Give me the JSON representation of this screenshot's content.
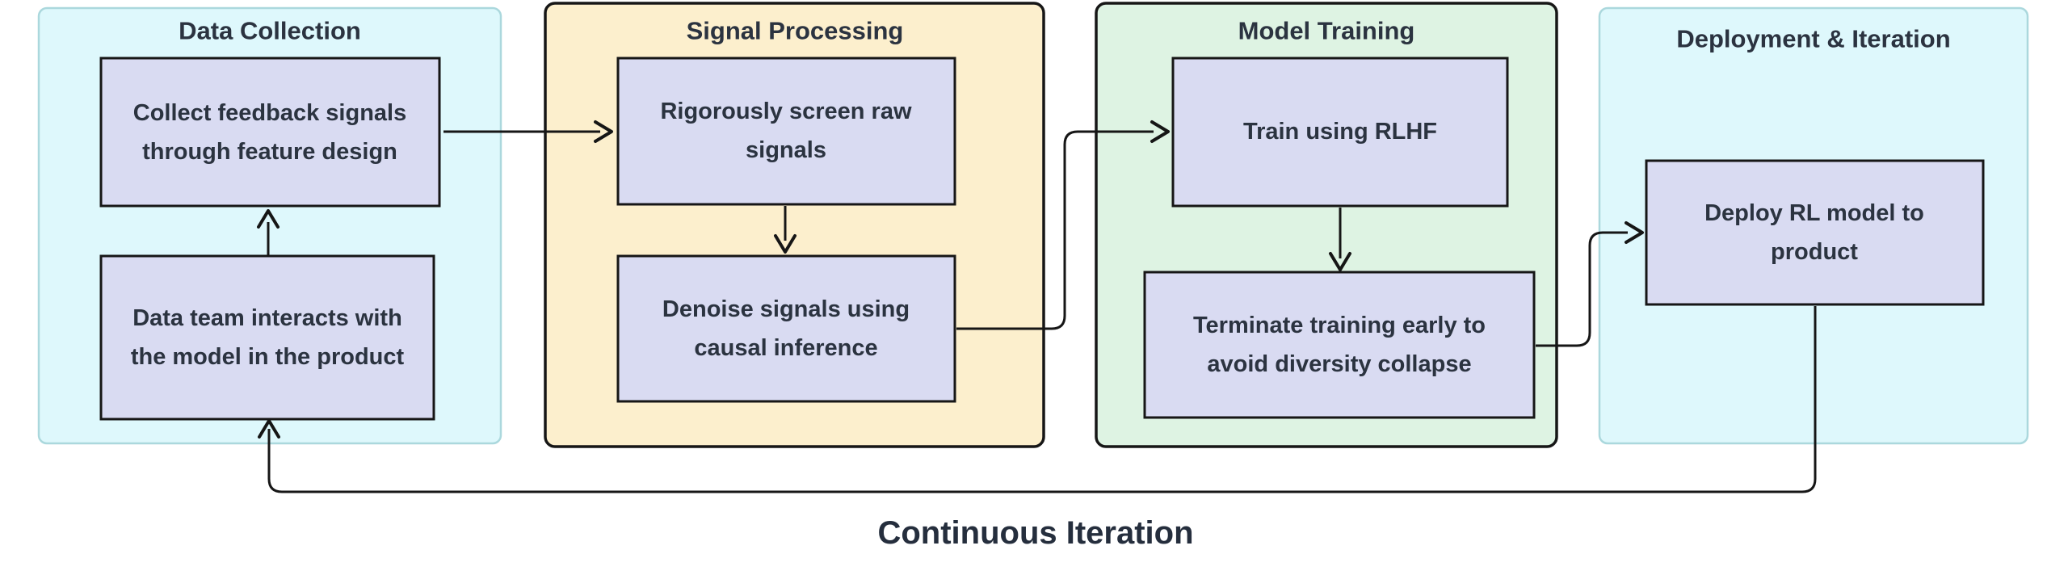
{
  "diagram": {
    "loop_label": "Continuous Iteration",
    "colors": {
      "cyan_fill": "#def8fc",
      "cyan_border": "#abd8dd",
      "yellow_fill": "#fcefcd",
      "green_fill": "#def3e3",
      "node_fill": "#d9dbf2",
      "dark_border": "#161616",
      "text": "#2b3340"
    },
    "sections": [
      {
        "id": "data-collection",
        "title": "Data Collection",
        "nodes": [
          {
            "id": "collect-feedback",
            "line1": "Collect feedback signals",
            "line2": "through feature design"
          },
          {
            "id": "data-team",
            "line1": "Data team interacts with",
            "line2": "the model in the product"
          }
        ]
      },
      {
        "id": "signal-processing",
        "title": "Signal Processing",
        "nodes": [
          {
            "id": "screen-signals",
            "line1": "Rigorously screen raw",
            "line2": "signals"
          },
          {
            "id": "denoise-signals",
            "line1": "Denoise signals using",
            "line2": "causal inference"
          }
        ]
      },
      {
        "id": "model-training",
        "title": "Model Training",
        "nodes": [
          {
            "id": "train-rlhf",
            "line1": "Train using RLHF"
          },
          {
            "id": "terminate-early",
            "line1": "Terminate training early to",
            "line2": "avoid diversity collapse"
          }
        ]
      },
      {
        "id": "deployment-iteration",
        "title": "Deployment & Iteration",
        "nodes": [
          {
            "id": "deploy-model",
            "line1": "Deploy RL model to",
            "line2": "product"
          }
        ]
      }
    ],
    "edges": [
      {
        "from": "data-team",
        "to": "collect-feedback"
      },
      {
        "from": "collect-feedback",
        "to": "screen-signals"
      },
      {
        "from": "screen-signals",
        "to": "denoise-signals"
      },
      {
        "from": "denoise-signals",
        "to": "train-rlhf"
      },
      {
        "from": "train-rlhf",
        "to": "terminate-early"
      },
      {
        "from": "terminate-early",
        "to": "deploy-model"
      },
      {
        "from": "deploy-model",
        "to": "data-team"
      }
    ]
  }
}
